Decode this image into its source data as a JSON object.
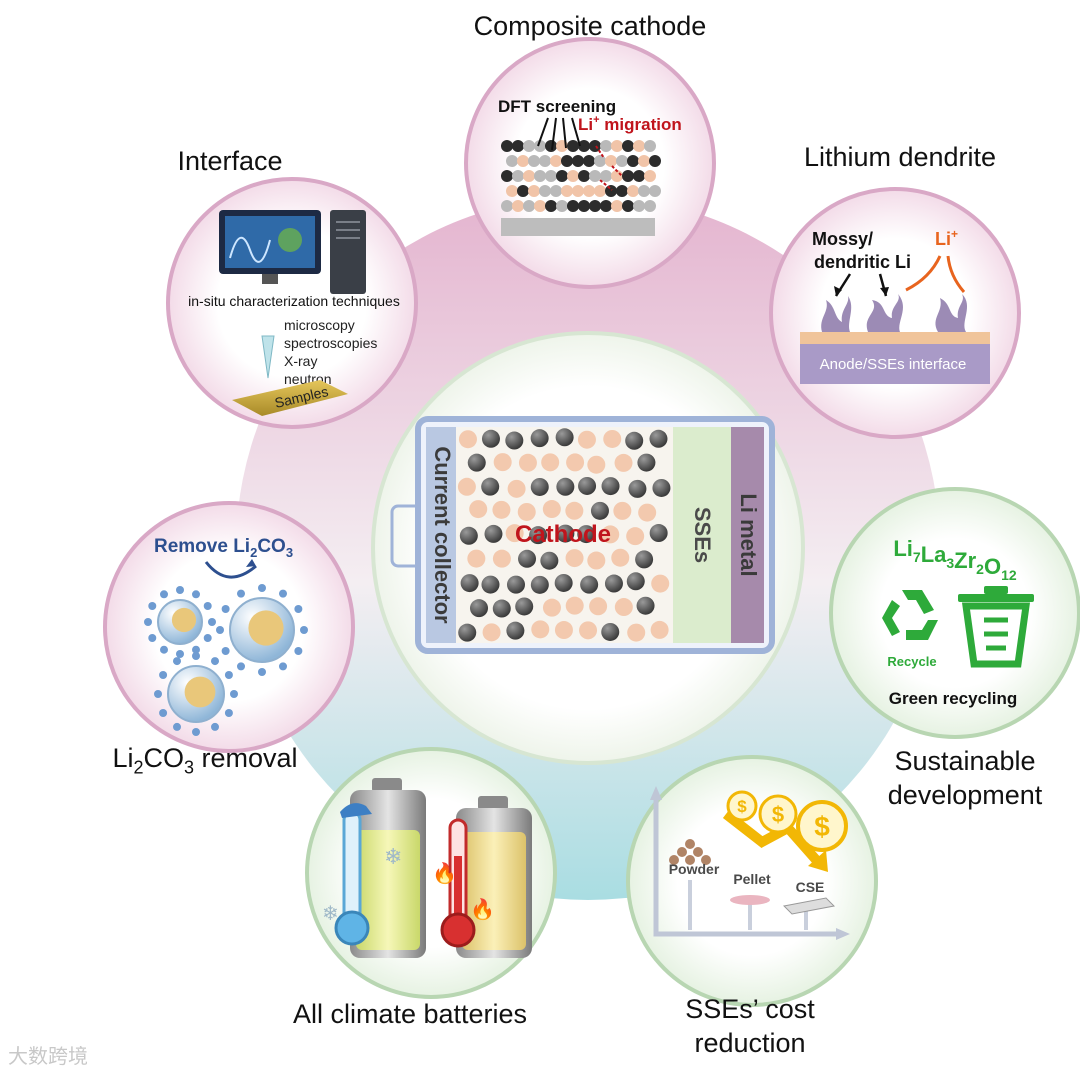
{
  "center": {
    "current_collector": "Current collector",
    "cathode": "Cathode",
    "sses": "SSEs",
    "li_metal": "Li metal"
  },
  "composite_cathode": {
    "title": "Composite cathode",
    "dft": "DFT screening",
    "li_migration_li": "Li",
    "li_migration_sup": "+",
    "li_migration_rest": " migration"
  },
  "interface": {
    "title": "Interface",
    "techniques": "in-situ characterization techniques",
    "methods": [
      "microscopy",
      "spectroscopies",
      "X-ray",
      "neutron"
    ],
    "samples": "Samples"
  },
  "lithium_dendrite": {
    "title": "Lithium dendrite",
    "mossy_1": "Mossy/",
    "mossy_2": "dendritic Li",
    "li_ion": "Li",
    "li_ion_sup": "+",
    "interface_bar": "Anode/SSEs interface"
  },
  "li2co3": {
    "remove_prefix": "Remove Li",
    "remove_sub2": "2",
    "remove_co": "CO",
    "remove_sub3": "3",
    "title_li": "Li",
    "title_sub2": "2",
    "title_co": "CO",
    "title_sub3": "3",
    "title_rest": " removal"
  },
  "sustainable": {
    "formula": [
      {
        "t": "Li",
        "s": "7"
      },
      {
        "t": "La",
        "s": "3"
      },
      {
        "t": "Zr",
        "s": "2"
      },
      {
        "t": "O",
        "s": "12"
      }
    ],
    "recycle": "Recycle",
    "green": "Green recycling",
    "title_1": "Sustainable",
    "title_2": "development"
  },
  "climate": {
    "title": "All climate batteries"
  },
  "cost": {
    "powder": "Powder",
    "pellet": "Pellet",
    "cse": "CSE",
    "dollar": "$",
    "title_1": "SSEs’ cost",
    "title_2": "reduction"
  },
  "watermark": "大数跨境",
  "colors": {
    "ring_top": "#e9c3d8",
    "ring_bottom": "#b9e3e6",
    "cathode_red": "#c0141c",
    "li_orange": "#e8641e",
    "green": "#2eaa3a",
    "dark_blue": "#2d4f8f",
    "gold": "#f2b705"
  }
}
